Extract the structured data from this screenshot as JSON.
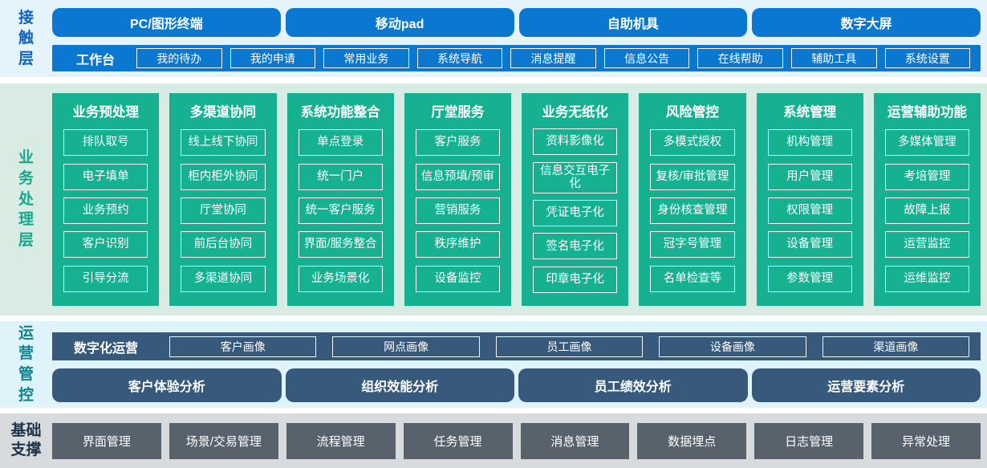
{
  "colors": {
    "accent_blue": "#0a78d0",
    "accent_green": "#16b191",
    "accent_slate": "#36597c",
    "accent_gray": "#57626d",
    "contact_band_bg": "#e4f3fc",
    "business_band_bg": "#d9ece4",
    "operations_band_bg": "#dff3fa",
    "foundation_band_bg": "#d7dbde",
    "contact_label_color": "#0f63be",
    "business_label_color": "#17a88c",
    "operations_label_color": "#0f838f",
    "foundation_label_color": "#1d3349"
  },
  "contact_layer": {
    "label": "接触层",
    "terminals": [
      "PC/图形终端",
      "移动pad",
      "自助机具",
      "数字大屏"
    ],
    "workbench": {
      "label": "工作台",
      "items": [
        "我的待办",
        "我的申请",
        "常用业务",
        "系统导航",
        "消息提醒",
        "信息公告",
        "在线帮助",
        "辅助工具",
        "系统设置"
      ]
    }
  },
  "business_layer": {
    "label": "业务处理层",
    "columns": [
      {
        "title": "业务预处理",
        "items": [
          "排队取号",
          "电子填单",
          "业务预约",
          "客户识别",
          "引导分流"
        ]
      },
      {
        "title": "多渠道协同",
        "items": [
          "线上线下协同",
          "柜内柜外协同",
          "厅堂协同",
          "前后台协同",
          "多渠道协同"
        ]
      },
      {
        "title": "系统功能整合",
        "items": [
          "单点登录",
          "统一门户",
          "统一客户服务",
          "界面/服务整合",
          "业务场景化"
        ]
      },
      {
        "title": "厅堂服务",
        "items": [
          "客户服务",
          "信息预填/预审",
          "营销服务",
          "秩序维护",
          "设备监控"
        ]
      },
      {
        "title": "业务无纸化",
        "items": [
          "资料影像化",
          "信息交互电子化",
          "凭证电子化",
          "签名电子化",
          "印章电子化"
        ]
      },
      {
        "title": "风险管控",
        "items": [
          "多模式授权",
          "复核/审批管理",
          "身份核查管理",
          "冠字号管理",
          "名单检查等"
        ]
      },
      {
        "title": "系统管理",
        "items": [
          "机构管理",
          "用户管理",
          "权限管理",
          "设备管理",
          "参数管理"
        ]
      },
      {
        "title": "运营辅助功能",
        "items": [
          "多媒体管理",
          "考培管理",
          "故障上报",
          "运营监控",
          "运维监控"
        ]
      }
    ]
  },
  "operations_layer": {
    "label": "运营管控",
    "digital_ops": {
      "label": "数字化运营",
      "items": [
        "客户画像",
        "网点画像",
        "员工画像",
        "设备画像",
        "渠道画像"
      ]
    },
    "analysis": [
      "客户体验分析",
      "组织效能分析",
      "员工绩效分析",
      "运营要素分析"
    ]
  },
  "foundation_layer": {
    "label": "基础支撑",
    "items": [
      "界面管理",
      "场景/交易管理",
      "流程管理",
      "任务管理",
      "消息管理",
      "数据埋点",
      "日志管理",
      "异常处理"
    ]
  }
}
